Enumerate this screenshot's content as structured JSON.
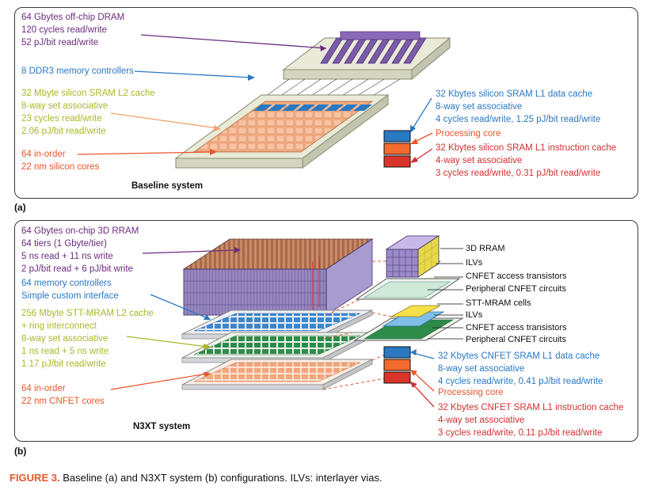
{
  "colors": {
    "purple": "#6b2c7e",
    "blue": "#2a78c2",
    "yellowgreen": "#a8b826",
    "orange": "#e8552b",
    "red": "#d32f2f",
    "dark": "#111111"
  },
  "panel_a": {
    "label": "(a)",
    "title": "Baseline system",
    "dram_lines": [
      "64 Gbytes off-chip DRAM",
      "120 cycles read/write",
      "52 pJ/bit read/write"
    ],
    "memctrl": "8 DDR3 memory controllers",
    "l2_lines": [
      "32 Mbyte silicon SRAM L2 cache",
      "8-way set associative",
      "23 cycles read/write",
      "2.06 pJ/bit read/write"
    ],
    "cores_lines": [
      "64 in-order",
      "22 nm silicon cores"
    ],
    "l1d_lines": [
      "32 Kbytes silicon SRAM L1 data cache",
      "8-way set associative",
      "4 cycles read/write, 1.25  pJ/bit read/write"
    ],
    "proc_core": "Processing core",
    "l1i_lines": [
      "32 Kbytes silicon SRAM L1 instruction cache",
      "4-way set associative",
      "3 cycles read/write, 0.31  pJ/bit read/write"
    ]
  },
  "panel_b": {
    "label": "(b)",
    "title": "N3XT system",
    "rram_lines": [
      "64 Gbytes on-chip 3D RRAM",
      "64 tiers (1 Gbyte/tier)",
      "5 ns read + 11 ns write",
      "2 pJ/bit read + 6 pJ/bit write"
    ],
    "memctrl_lines": [
      "64 memory controllers",
      "Simple custom interface"
    ],
    "l2_lines": [
      "256 Mbyte STT-MRAM L2 cache",
      "+ ring interconnect",
      "8-way set associative",
      "1 ns read + 5 ns write",
      "1.17 pJ/bit read/write"
    ],
    "cores_lines": [
      "64 in-order",
      "22 nm CNFET cores"
    ],
    "stack1_labels": [
      "3D RRAM",
      "ILVs",
      "CNFET access transistors",
      "Peripheral CNFET circuits"
    ],
    "stack2_labels": [
      "STT-MRAM cells",
      "ILVs",
      "CNFET access transistors",
      "Peripheral CNFET circuits"
    ],
    "l1d_lines": [
      "32 Kbytes CNFET SRAM L1 data cache",
      "8-way set associative",
      "4 cycles read/write, 0.41  pJ/bit read/write"
    ],
    "proc_core": "Processing core",
    "l1i_lines": [
      "32 Kbytes CNFET SRAM L1 instruction cache",
      "4-way set associative",
      "3 cycles read/write, 0.11  pJ/bit read/write"
    ]
  },
  "caption": {
    "figure": "FIGURE 3.",
    "text": " Baseline (a) and N3XT system (b) configurations. ILVs: interlayer vias."
  }
}
